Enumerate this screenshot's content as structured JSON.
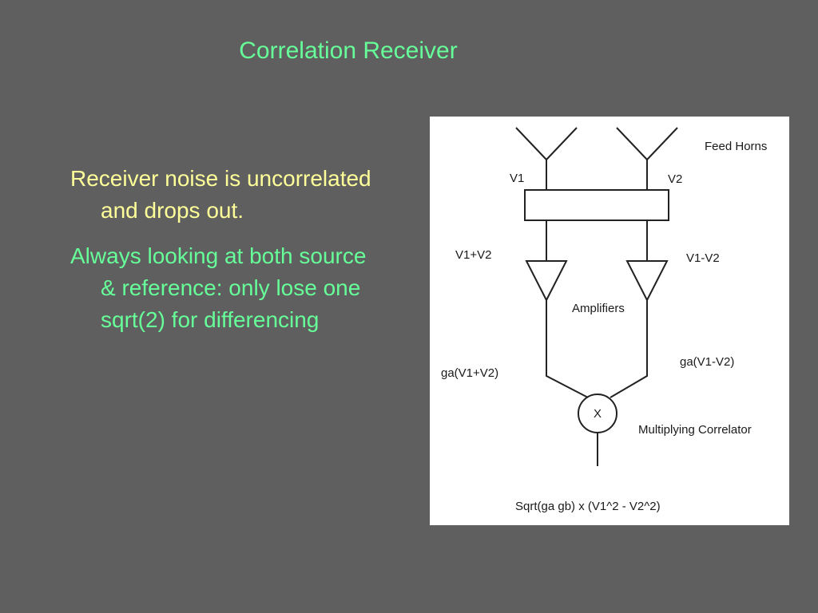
{
  "slide": {
    "title": "Correlation Receiver",
    "bullets": [
      "Receiver noise is uncorrelated and drops out.",
      "Always looking at both source & reference: only lose one sqrt(2) for differencing"
    ]
  },
  "diagram": {
    "feed_horns": "Feed Horns",
    "v1": "V1",
    "v2": "V2",
    "sum": "V1+V2",
    "diff": "V1-V2",
    "amplifiers": "Amplifiers",
    "amp_sum": "ga(V1+V2)",
    "amp_diff": "ga(V1-V2)",
    "multiplier_symbol": "X",
    "multiplying_correlator": "Multiplying Correlator",
    "output": "Sqrt(ga gb) x (V1^2 - V2^2)"
  },
  "colors": {
    "background": "#5f5f5f",
    "title": "#66ff99",
    "bullet_1": "#ffff99",
    "bullet_2": "#66ff99",
    "diagram_background": "#ffffff"
  }
}
